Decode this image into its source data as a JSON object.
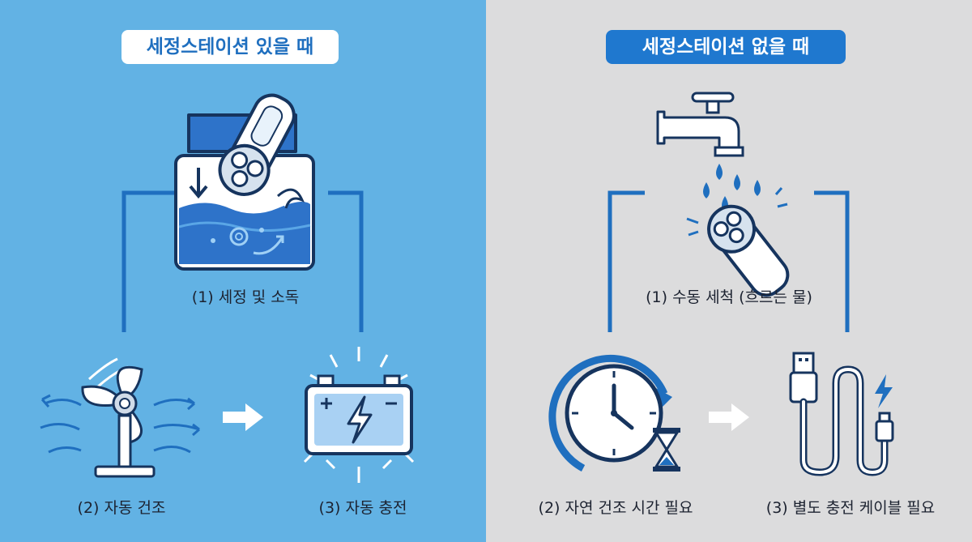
{
  "left": {
    "title": "세정스테이션 있을 때",
    "steps": [
      {
        "label": "(1) 세정 및 소독",
        "icon": "shaver-cleaning-station-icon"
      },
      {
        "label": "(2) 자동 건조",
        "icon": "fan-icon"
      },
      {
        "label": "(3) 자동 충전",
        "icon": "battery-charging-icon"
      }
    ]
  },
  "right": {
    "title": "세정스테이션 없을 때",
    "steps": [
      {
        "label": "(1) 수동 세척 (흐르는 물)",
        "icon": "faucet-rinse-icon"
      },
      {
        "label": "(2) 자연 건조 시간 필요",
        "icon": "clock-hourglass-icon"
      },
      {
        "label": "(3) 별도 충전 케이블 필요",
        "icon": "usb-cable-icon"
      }
    ]
  },
  "colors": {
    "left_bg": "#62b2e4",
    "right_bg": "#dcdcdd",
    "accent_blue": "#1f6fbf",
    "line_dark": "#16345e"
  }
}
